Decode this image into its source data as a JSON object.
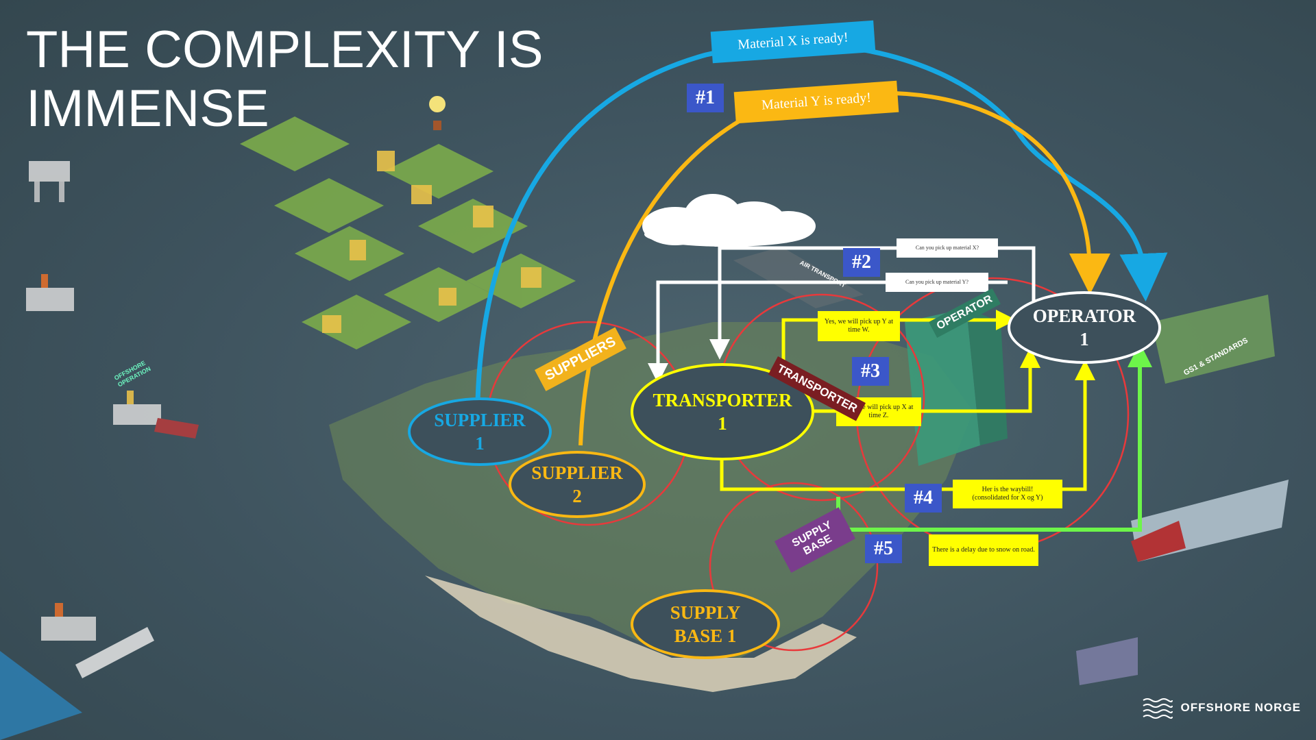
{
  "title_line1": "THE COMPLEXITY IS",
  "title_line2": "IMMENSE",
  "banners": {
    "material_x": "Material X is ready!",
    "material_y": "Material Y is ready!"
  },
  "badges": [
    "#1",
    "#2",
    "#3",
    "#4",
    "#5"
  ],
  "notes": {
    "pickup_x": "Can you pick up material  X?",
    "pickup_y": "Can you pick up material  Y?",
    "reply_y": "Yes, we will pick up Y at time W.",
    "reply_x": "Yes, we will pick up X at time Z.",
    "waybill_line1": "Her is the waybill!",
    "waybill_line2": "(consolidated for X og Y)",
    "delay": "There is a delay due to snow on road."
  },
  "nodes": {
    "supplier1": [
      "SUPPLIER",
      "1"
    ],
    "supplier2": [
      "SUPPLIER",
      "2"
    ],
    "transporter1": [
      "TRANSPORTER",
      "1"
    ],
    "operator1": [
      "OPERATOR",
      "1"
    ],
    "supply_base1": [
      "SUPPLY",
      "BASE 1"
    ]
  },
  "scene_labels": {
    "suppliers_sign": "SUPPLIERS",
    "transporter_sign": "TRANSPORTER",
    "operator_sign": "OPERATOR",
    "supply_base_sign": "SUPPLY BASE",
    "offshore_operation": "OFFSHORE OPERATION",
    "hse_standards": "GS1 & STANDARDS",
    "air_transport": "AIR TRANSPORT"
  },
  "logo": "OFFSHORE NORGE",
  "colors": {
    "blue": "#17a8e3",
    "orange": "#fbb813",
    "white": "#ffffff",
    "yellow": "#ffff00",
    "green": "#6df54a",
    "node_fill": "#3d505b",
    "badge": "#3b57c9",
    "red_ring": "#e8393b"
  }
}
